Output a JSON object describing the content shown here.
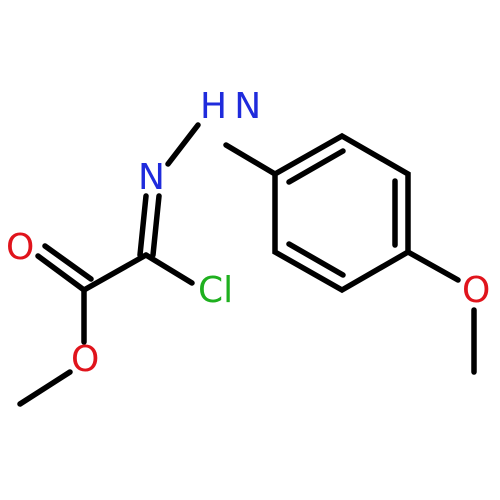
{
  "molecule": {
    "atoms": {
      "nh": "H N",
      "n": "N",
      "o_carbonyl": "O",
      "o_ester": "O",
      "cl": "Cl",
      "o_methoxy": "O"
    },
    "colors": {
      "bond": "#000000",
      "nitrogen": "#1f2bdc",
      "oxygen": "#e0141c",
      "chlorine": "#1fb01f"
    }
  }
}
